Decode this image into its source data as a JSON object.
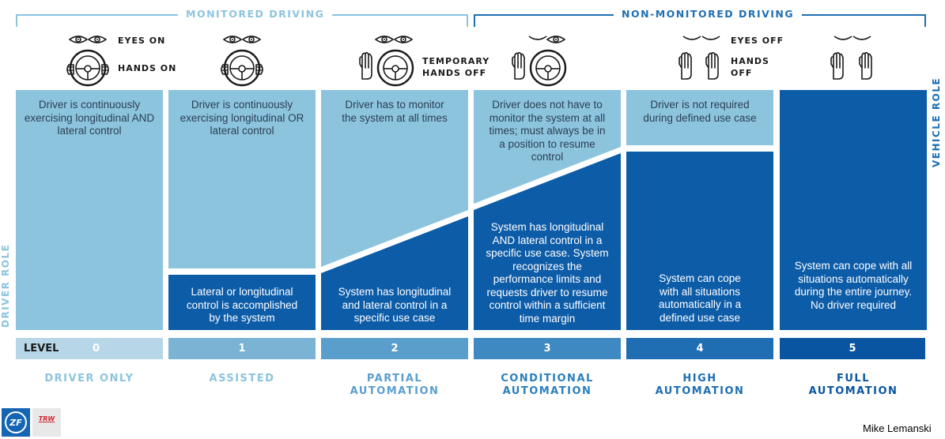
{
  "header": {
    "monitored": "MONITORED DRIVING",
    "non_monitored": "NON-MONITORED DRIVING"
  },
  "icon_labels": {
    "eyes_on": "EYES ON",
    "hands_on": "HANDS ON",
    "temporary": "TEMPORARY",
    "hands_off_temp": "HANDS OFF",
    "eyes_off": "EYES OFF",
    "hands": "HANDS",
    "off": "OFF"
  },
  "side_labels": {
    "driver_role": "DRIVER ROLE",
    "vehicle_role": "VEHICLE ROLE"
  },
  "levels": [
    {
      "num": "0",
      "l1": "DRIVER ONLY",
      "l2": "",
      "driver": "Driver is continuously exercising longitudinal AND lateral control",
      "system": ""
    },
    {
      "num": "1",
      "l1": "ASSISTED",
      "l2": "",
      "driver": "Driver is continuously exercising longitudinal OR lateral control",
      "system": "Lateral or longitudinal control is accomplished by the system"
    },
    {
      "num": "2",
      "l1": "PARTIAL",
      "l2": "AUTOMATION",
      "driver": "Driver has to monitor the system at all times",
      "system": "System has longitudinal and lateral control in a specific use case"
    },
    {
      "num": "3",
      "l1": "CONDITIONAL",
      "l2": "AUTOMATION",
      "driver": "Driver does not have to monitor the system at all times; must always be in a position to resume control",
      "system": "System has longitudinal AND lateral control in a specific use case. System recognizes the performance limits and requests driver to resume control within a sufficient time margin"
    },
    {
      "num": "4",
      "l1": "HIGH",
      "l2": "AUTOMATION",
      "driver": "Driver is not required during defined use case",
      "system": "System can cope with all situations automatically in a defined use case"
    },
    {
      "num": "5",
      "l1": "FULL",
      "l2": "AUTOMATION",
      "driver": "",
      "system": "System can cope with all situations automatically during the entire journey. No driver required"
    }
  ],
  "level_label": "LEVEL",
  "logos": {
    "zf": "ZF",
    "trw": "TRW"
  },
  "credit": "Mike Lemanski",
  "colors": {
    "light": "#8cc4de",
    "dark": "#0d5ca8",
    "monitored": "#8cc4de",
    "non_monitored": "#1e6fb3",
    "level_bars": [
      "#b7d6e7",
      "#7ab3d4",
      "#5a9fcc",
      "#3e89c2",
      "#1f6db2",
      "#0a55a1"
    ]
  }
}
